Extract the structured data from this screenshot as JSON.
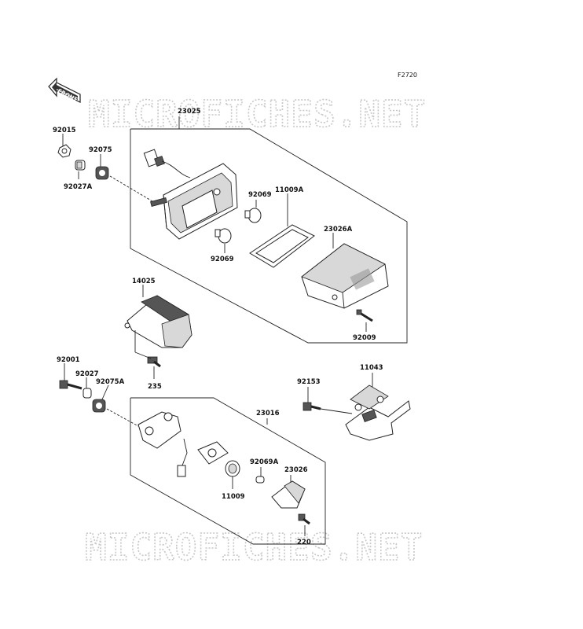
{
  "figure_code": "F2720",
  "front_label": "FRONT",
  "watermark_top": "MICROFICHES.NET",
  "watermark_bottom": "MICROFICHES.NET",
  "labels": {
    "p92015": "92015",
    "p92075": "92075",
    "p92027A": "92027A",
    "p23025": "23025",
    "p92069a": "92069",
    "p11009A": "11009A",
    "p23026A": "23026A",
    "p92069b": "92069",
    "p14025": "14025",
    "p92009": "92009",
    "p92001": "92001",
    "p92027": "92027",
    "p92075A": "92075A",
    "p235": "235",
    "p11043": "11043",
    "p92153": "92153",
    "p23016": "23016",
    "p92069A": "92069A",
    "p23026": "23026",
    "p11009": "11009",
    "p220": "220"
  }
}
